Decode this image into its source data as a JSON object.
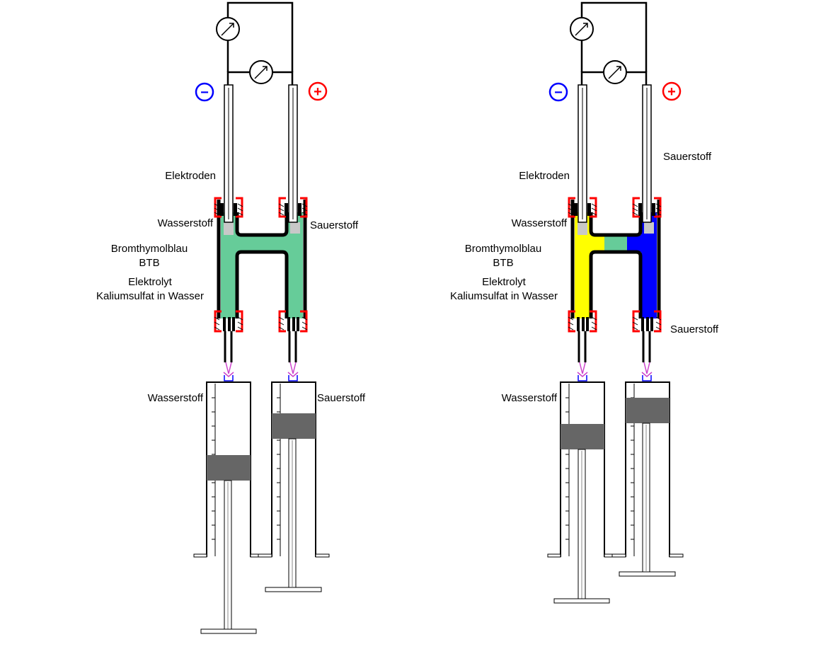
{
  "colors": {
    "electrolyte_neutral": "#66cc99",
    "acid_yellow": "#ffff00",
    "base_blue": "#0000ff",
    "clamp_red": "#ff0000",
    "minus_blue": "#0000ff",
    "plus_red": "#ff0000",
    "hose_magenta": "#cc44cc",
    "piston_gray": "#666666",
    "gas_gray": "#c8c8c8"
  },
  "left": {
    "state": "before electrolysis",
    "minus_sign": "−",
    "plus_sign": "+",
    "electrodes_label": "Elektroden",
    "hydrogen_label": "Wasserstoff",
    "oxygen_label": "Sauerstoff",
    "indicator_label_1": "Bromthymolblau",
    "indicator_label_2": "BTB",
    "electrolyte_label_1": "Elektrolyt",
    "electrolyte_label_2": "Kaliumsulfat in Wasser",
    "syringe_h2_label": "Wasserstoff",
    "syringe_o2_label": "Sauerstoff"
  },
  "right": {
    "state": "after electrolysis",
    "minus_sign": "−",
    "plus_sign": "+",
    "electrodes_label": "Elektroden",
    "oxygen_top_label": "Sauerstoff",
    "hydrogen_label": "Wasserstoff",
    "indicator_label_1": "Bromthymolblau",
    "indicator_label_2": "BTB",
    "electrolyte_label_1": "Elektrolyt",
    "electrolyte_label_2": "Kaliumsulfat in Wasser",
    "oxygen_bottom_label": "Sauerstoff",
    "syringe_h2_label": "Wasserstoff"
  }
}
